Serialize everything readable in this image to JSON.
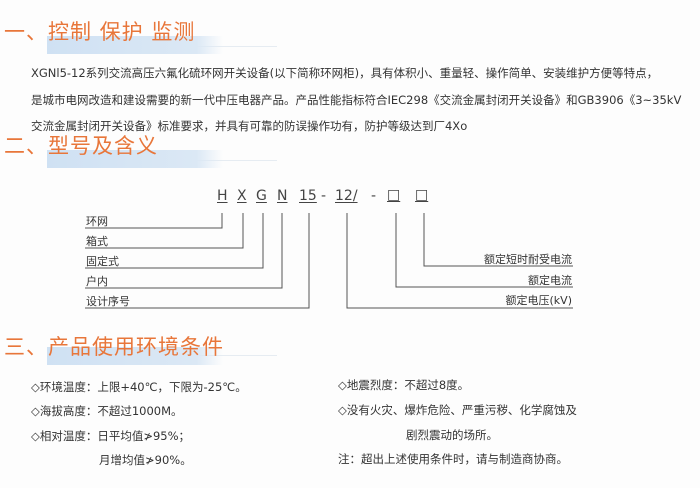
{
  "section1": {
    "heading": "一、控制  保护  监测",
    "paragraph_lines": [
      "XGNl5-12系列交流高压六氟化硫环网开关设备(以下简称环网柜)，具有体积小、重量轻、操作简单、安装维护方便等特点，",
      "是城市电网改造和建设需要的新一代中压电器产品。产品性能指标符合IEC298《交流金属封闭开关设备》和GB3906《3~35kV",
      "交流金属封闭开关设备》标准要求，并具有可靠的防误操作功有，防护等级达到厂4Xo"
    ]
  },
  "section2": {
    "heading": "二、型号及含义",
    "model_parts": [
      "H",
      "X",
      "G",
      "N",
      "15",
      "-",
      "12/",
      "-",
      "□",
      "□"
    ],
    "left_labels": [
      "环网",
      "箱式",
      "固定式",
      "户内",
      "设计序号"
    ],
    "right_labels": [
      "额定短时耐受电流",
      "额定电流",
      "额定电压(kV)"
    ]
  },
  "section3": {
    "heading": "三、产品使用环境条件",
    "left_items": [
      "◇环境温度：上限+40℃，下限为-25℃。",
      "◇海拔高度：不超过1000M。",
      "◇相对温度：日平均值≯95%；",
      "月增均值≯90%。"
    ],
    "right_items": [
      "◇地震烈度：不超过8度。",
      "◇没有火灾、爆炸危险、严重污秽、化学腐蚀及",
      "剧烈震动的场所。",
      "注：超出上述使用条件时，请与制造商协商。"
    ]
  },
  "colors": {
    "heading": "#e8763a",
    "heading_bar": "#cfe1f3",
    "text": "#333333"
  }
}
